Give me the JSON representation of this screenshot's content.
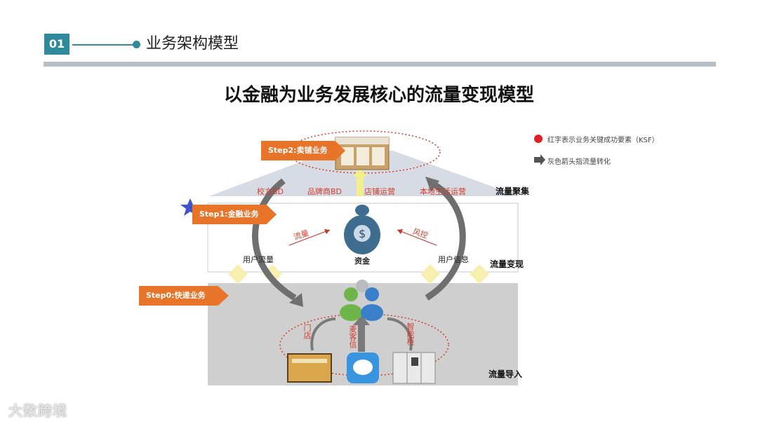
{
  "header": {
    "badge": "01",
    "section_title": "业务架构模型"
  },
  "title": "以金融为业务发展核心的流量变现模型",
  "legend": [
    {
      "text": "红字表示业务关键成功要素（KSF）",
      "color": "#e02020"
    },
    {
      "text": "灰色箭头指流量转化",
      "color": "#555555"
    }
  ],
  "steps": {
    "step2": "Step2:卖铺业务",
    "step1": "Step1:金融业务",
    "step0": "Step0:快递业务"
  },
  "top_labels": [
    "校方BD",
    "品牌商BD",
    "店铺运营",
    "本地生活运营"
  ],
  "side_labels": {
    "flow_gather": "流量聚集",
    "flow_monetize": "流量变现",
    "flow_import": "流量导入"
  },
  "mid_labels": {
    "flow": "流量",
    "risk": "风控",
    "funds": "资金",
    "user_flow": "用户流量",
    "user_info": "用户信息"
  },
  "bottom_labels": [
    "门店",
    "麦客信",
    "智能柜"
  ],
  "watermark": "大数跨境"
}
